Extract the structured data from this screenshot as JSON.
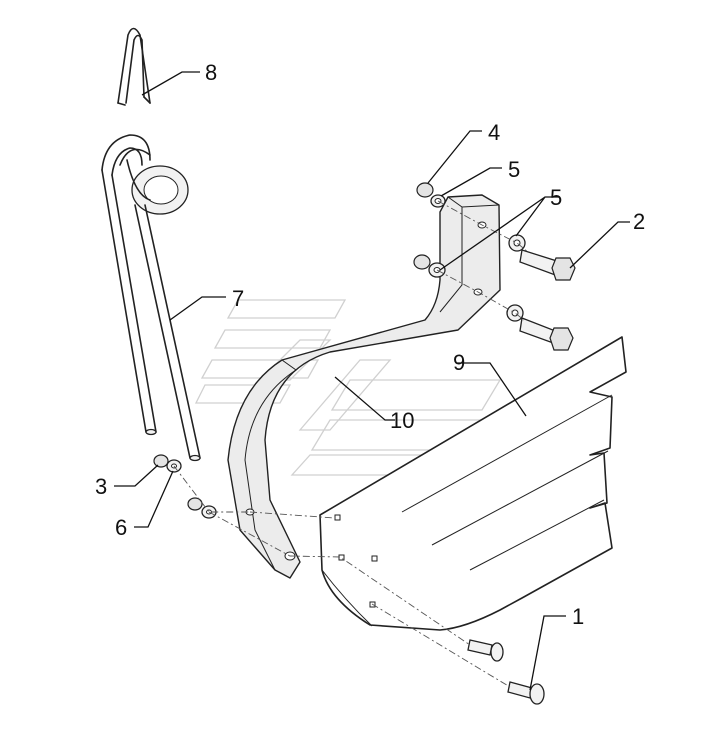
{
  "diagram": {
    "callouts": {
      "c1": "1",
      "c2": "2",
      "c3": "3",
      "c4": "4",
      "c5a": "5",
      "c5b": "5",
      "c6": "6",
      "c7": "7",
      "c8": "8",
      "c9": "9",
      "c10": "10"
    }
  }
}
